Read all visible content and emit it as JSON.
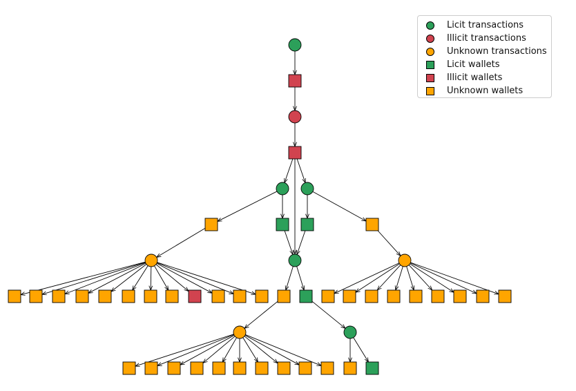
{
  "colors": {
    "licit": "#2ca05a",
    "illicit": "#d1434f",
    "unknown": "#ffa500",
    "edge": "#000000"
  },
  "legend": {
    "items": [
      {
        "label": "Licit transactions",
        "shape": "circle",
        "status": "licit"
      },
      {
        "label": "Illicit transactions",
        "shape": "circle",
        "status": "illicit"
      },
      {
        "label": "Unknown transactions",
        "shape": "circle",
        "status": "unknown"
      },
      {
        "label": "Licit wallets",
        "shape": "square",
        "status": "licit"
      },
      {
        "label": "Illicit wallets",
        "shape": "square",
        "status": "illicit"
      },
      {
        "label": "Unknown wallets",
        "shape": "square",
        "status": "unknown"
      }
    ]
  },
  "graph": {
    "nodes": [
      {
        "id": "t0",
        "kind": "transaction",
        "status": "licit"
      },
      {
        "id": "w1",
        "kind": "wallet",
        "status": "illicit"
      },
      {
        "id": "t1",
        "kind": "transaction",
        "status": "illicit"
      },
      {
        "id": "w2",
        "kind": "wallet",
        "status": "illicit"
      },
      {
        "id": "t2",
        "kind": "transaction",
        "status": "licit"
      },
      {
        "id": "t3",
        "kind": "transaction",
        "status": "licit"
      },
      {
        "id": "w3",
        "kind": "wallet",
        "status": "unknown"
      },
      {
        "id": "w4",
        "kind": "wallet",
        "status": "licit"
      },
      {
        "id": "w5",
        "kind": "wallet",
        "status": "licit"
      },
      {
        "id": "w6",
        "kind": "wallet",
        "status": "unknown"
      },
      {
        "id": "t4",
        "kind": "transaction",
        "status": "unknown"
      },
      {
        "id": "t5",
        "kind": "transaction",
        "status": "licit"
      },
      {
        "id": "t6",
        "kind": "transaction",
        "status": "unknown"
      },
      {
        "id": "a1",
        "kind": "wallet",
        "status": "unknown"
      },
      {
        "id": "a2",
        "kind": "wallet",
        "status": "unknown"
      },
      {
        "id": "a3",
        "kind": "wallet",
        "status": "unknown"
      },
      {
        "id": "a4",
        "kind": "wallet",
        "status": "unknown"
      },
      {
        "id": "a5",
        "kind": "wallet",
        "status": "unknown"
      },
      {
        "id": "a6",
        "kind": "wallet",
        "status": "unknown"
      },
      {
        "id": "a7",
        "kind": "wallet",
        "status": "unknown"
      },
      {
        "id": "a8",
        "kind": "wallet",
        "status": "unknown"
      },
      {
        "id": "a9",
        "kind": "wallet",
        "status": "illicit"
      },
      {
        "id": "a10",
        "kind": "wallet",
        "status": "unknown"
      },
      {
        "id": "a11",
        "kind": "wallet",
        "status": "unknown"
      },
      {
        "id": "a12",
        "kind": "wallet",
        "status": "unknown"
      },
      {
        "id": "b1",
        "kind": "wallet",
        "status": "unknown"
      },
      {
        "id": "b2",
        "kind": "wallet",
        "status": "licit"
      },
      {
        "id": "c1",
        "kind": "wallet",
        "status": "unknown"
      },
      {
        "id": "c2",
        "kind": "wallet",
        "status": "unknown"
      },
      {
        "id": "c3",
        "kind": "wallet",
        "status": "unknown"
      },
      {
        "id": "c4",
        "kind": "wallet",
        "status": "unknown"
      },
      {
        "id": "c5",
        "kind": "wallet",
        "status": "unknown"
      },
      {
        "id": "c6",
        "kind": "wallet",
        "status": "unknown"
      },
      {
        "id": "c7",
        "kind": "wallet",
        "status": "unknown"
      },
      {
        "id": "c8",
        "kind": "wallet",
        "status": "unknown"
      },
      {
        "id": "c9",
        "kind": "wallet",
        "status": "unknown"
      },
      {
        "id": "t7",
        "kind": "transaction",
        "status": "unknown"
      },
      {
        "id": "t8",
        "kind": "transaction",
        "status": "licit"
      },
      {
        "id": "d1",
        "kind": "wallet",
        "status": "unknown"
      },
      {
        "id": "d2",
        "kind": "wallet",
        "status": "unknown"
      },
      {
        "id": "d3",
        "kind": "wallet",
        "status": "unknown"
      },
      {
        "id": "d4",
        "kind": "wallet",
        "status": "unknown"
      },
      {
        "id": "d5",
        "kind": "wallet",
        "status": "unknown"
      },
      {
        "id": "d6",
        "kind": "wallet",
        "status": "unknown"
      },
      {
        "id": "d7",
        "kind": "wallet",
        "status": "unknown"
      },
      {
        "id": "d8",
        "kind": "wallet",
        "status": "unknown"
      },
      {
        "id": "d9",
        "kind": "wallet",
        "status": "unknown"
      },
      {
        "id": "d10",
        "kind": "wallet",
        "status": "unknown"
      },
      {
        "id": "e1",
        "kind": "wallet",
        "status": "unknown"
      },
      {
        "id": "e2",
        "kind": "wallet",
        "status": "licit"
      }
    ],
    "edges": [
      [
        "t0",
        "w1"
      ],
      [
        "w1",
        "t1"
      ],
      [
        "t1",
        "w2"
      ],
      [
        "w2",
        "t2"
      ],
      [
        "w2",
        "t3"
      ],
      [
        "w2",
        "t5"
      ],
      [
        "t2",
        "w3"
      ],
      [
        "t2",
        "w4"
      ],
      [
        "t3",
        "w5"
      ],
      [
        "t3",
        "w6"
      ],
      [
        "w3",
        "t4"
      ],
      [
        "w4",
        "t5"
      ],
      [
        "w5",
        "t5"
      ],
      [
        "w6",
        "t6"
      ],
      [
        "t4",
        "a1"
      ],
      [
        "t4",
        "a2"
      ],
      [
        "t4",
        "a3"
      ],
      [
        "t4",
        "a4"
      ],
      [
        "t4",
        "a5"
      ],
      [
        "t4",
        "a6"
      ],
      [
        "t4",
        "a7"
      ],
      [
        "t4",
        "a8"
      ],
      [
        "t4",
        "a9"
      ],
      [
        "t4",
        "a10"
      ],
      [
        "t4",
        "a11"
      ],
      [
        "t4",
        "a12"
      ],
      [
        "t5",
        "b1"
      ],
      [
        "t5",
        "b2"
      ],
      [
        "t6",
        "c1"
      ],
      [
        "t6",
        "c2"
      ],
      [
        "t6",
        "c3"
      ],
      [
        "t6",
        "c4"
      ],
      [
        "t6",
        "c5"
      ],
      [
        "t6",
        "c6"
      ],
      [
        "t6",
        "c7"
      ],
      [
        "t6",
        "c8"
      ],
      [
        "t6",
        "c9"
      ],
      [
        "b1",
        "t7"
      ],
      [
        "b2",
        "t8"
      ],
      [
        "t7",
        "d1"
      ],
      [
        "t7",
        "d2"
      ],
      [
        "t7",
        "d3"
      ],
      [
        "t7",
        "d4"
      ],
      [
        "t7",
        "d5"
      ],
      [
        "t7",
        "d6"
      ],
      [
        "t7",
        "d7"
      ],
      [
        "t7",
        "d8"
      ],
      [
        "t7",
        "d9"
      ],
      [
        "t7",
        "d10"
      ],
      [
        "t8",
        "e1"
      ],
      [
        "t8",
        "e2"
      ]
    ]
  }
}
